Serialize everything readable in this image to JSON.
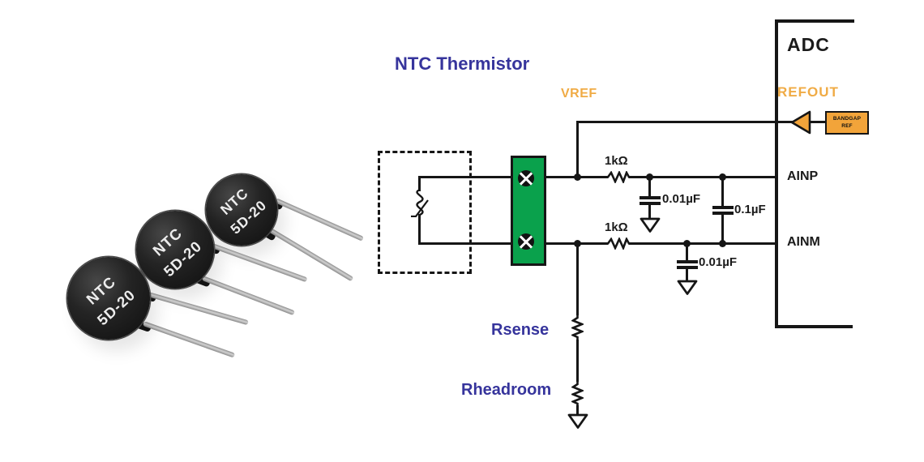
{
  "photo": {
    "discs": [
      {
        "line1": "NTC",
        "line2": "5D-20"
      },
      {
        "line1": "NTC",
        "line2": "5D-20"
      },
      {
        "line1": "NTC",
        "line2": "5D-20"
      }
    ]
  },
  "diagram": {
    "title": "NTC Thermistor",
    "vref": "VREF",
    "adc": "ADC",
    "refout": "REFOUT",
    "bandgap_line1": "BANDGAP",
    "bandgap_line2": "REF",
    "ainp": "AINP",
    "ainm": "AINM",
    "r_filter_top": "1kΩ",
    "r_filter_bottom": "1kΩ",
    "c_ainp": "0.01µF",
    "c_diff": "0.1µF",
    "c_ainm": "0.01µF",
    "rsense": "Rsense",
    "rheadroom": "Rheadroom"
  },
  "colors": {
    "label_blue": "#36349c",
    "accent_orange": "#f2a43a",
    "orange_text": "#f0ab45",
    "terminal_green": "#0aa14c",
    "wire_black": "#161616"
  }
}
